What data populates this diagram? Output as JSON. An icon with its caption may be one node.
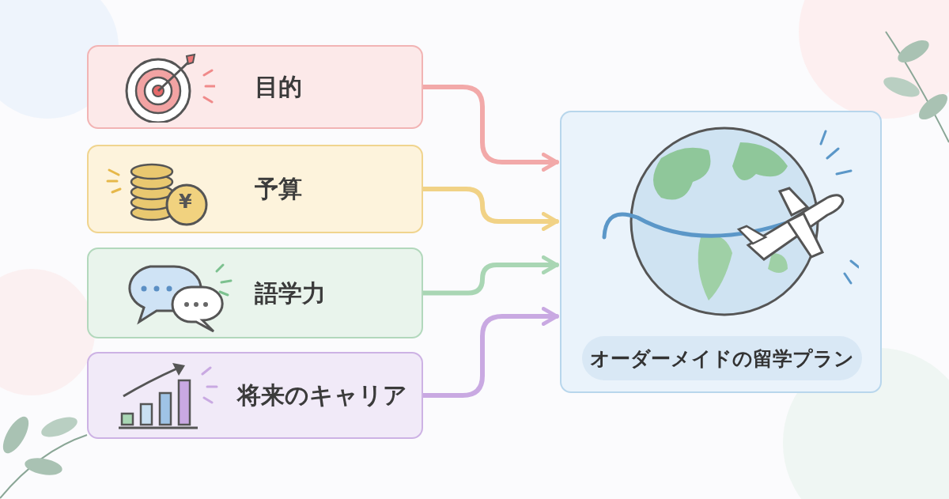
{
  "diagram": {
    "nodes": [
      {
        "text": [
          "目的"
        ]
      },
      {
        "text": [
          "予算"
        ]
      },
      {
        "text": [
          "語学力"
        ]
      },
      {
        "text": [
          "将来のキャリア"
        ]
      },
      {
        "text": [
          "オーダーメイドの留学プラン"
        ]
      }
    ],
    "edges": [
      {
        "from": 0,
        "to": 4,
        "arrow": "to",
        "color": "#f2a9a9"
      },
      {
        "from": 1,
        "to": 4,
        "arrow": "to",
        "color": "#f1d286"
      },
      {
        "from": 2,
        "to": 4,
        "arrow": "to",
        "color": "#a9d6b4"
      },
      {
        "from": 3,
        "to": 4,
        "arrow": "to",
        "color": "#c9a9e2"
      }
    ],
    "labels": [
      "¥"
    ]
  }
}
